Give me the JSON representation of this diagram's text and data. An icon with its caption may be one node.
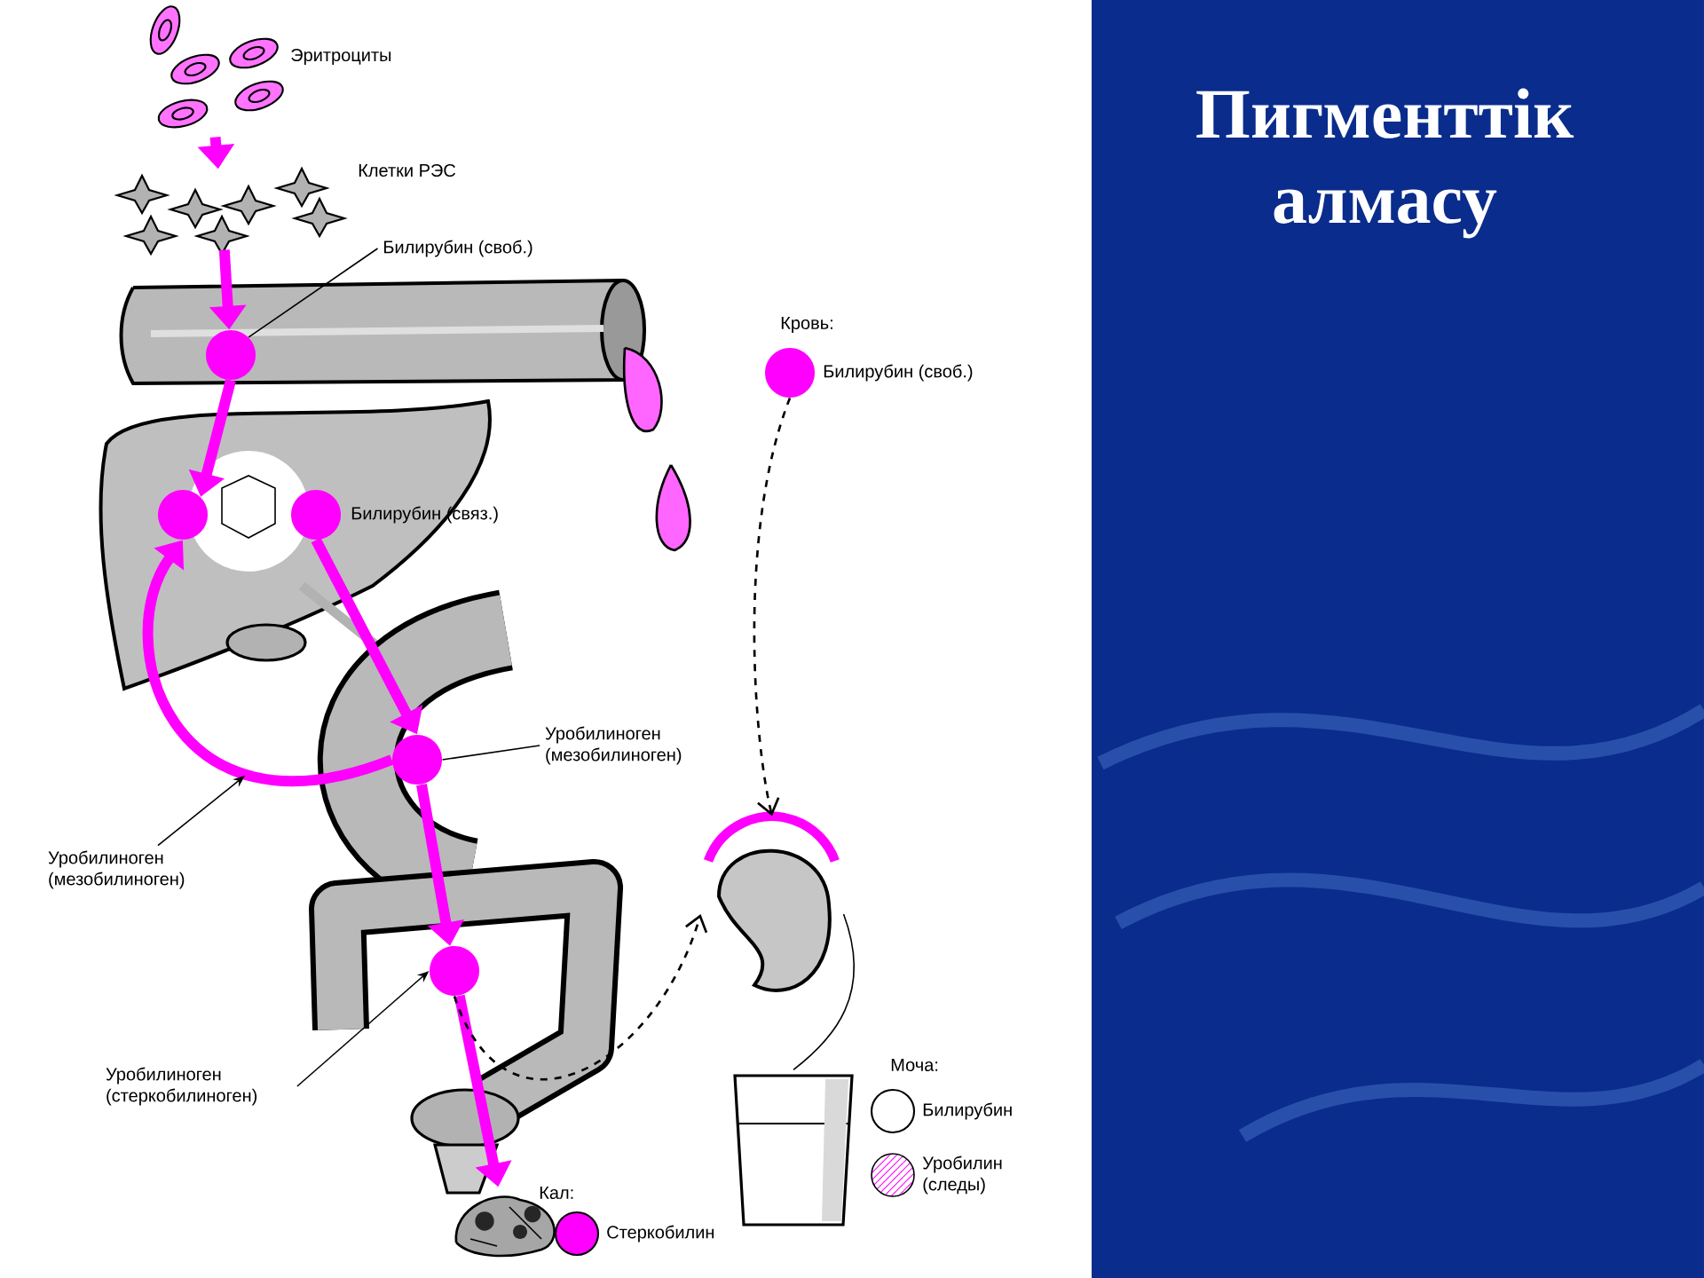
{
  "diagram": {
    "title": "Пигменттік алмасу",
    "nodes": [
      {
        "text": [],
        "shape": "picture",
        "beside": [
          "Эритроциты"
        ]
      },
      {
        "text": [],
        "shape": "picture",
        "beside": [
          "Клетки РЭС"
        ]
      },
      {
        "text": [
          "Билирубин (своб.)"
        ]
      },
      {
        "text": [],
        "shape": "circle"
      },
      {
        "text": [],
        "shape": "circle"
      },
      {
        "text": [],
        "shape": "circle",
        "beside": [
          "Билирубин (связ.)"
        ]
      },
      {
        "text": [],
        "shape": "circle"
      },
      {
        "text": [
          "Уробилиноген (мезобилиноген)"
        ]
      },
      {
        "text": [
          "Уробилиноген (мезобилиноген)"
        ]
      },
      {
        "text": [],
        "shape": "circle"
      },
      {
        "text": [
          "Уробилиноген (стеркобилиноген)"
        ]
      },
      {
        "text": [],
        "shape": "picture"
      },
      {
        "text": [],
        "shape": "circle",
        "beside": [
          "Билирубин (своб.)"
        ]
      },
      {
        "text": [],
        "shape": "picture"
      },
      {
        "text": [],
        "shape": "picture"
      }
    ],
    "edges": [
      {
        "from": 0,
        "to": 1,
        "arrow": "to",
        "style": "thick"
      },
      {
        "from": 1,
        "to": 3,
        "arrow": "to",
        "style": "thick"
      },
      {
        "from": 2,
        "to": 3,
        "arrow": "none",
        "color": "#000000"
      },
      {
        "from": 3,
        "to": 4,
        "arrow": "to",
        "style": "thick"
      },
      {
        "from": 6,
        "to": 4,
        "arrow": "to",
        "style": "thick"
      },
      {
        "from": 5,
        "to": 6,
        "arrow": "to",
        "style": "thick"
      },
      {
        "from": 6,
        "to": 9,
        "arrow": "to",
        "style": "thick"
      },
      {
        "from": 7,
        "to": 6,
        "arrow": "none",
        "color": "#000000"
      },
      {
        "from": 8,
        "to": null,
        "arrow": "to",
        "color": "#000000"
      },
      {
        "from": 10,
        "to": 9,
        "arrow": "to",
        "color": "#000000"
      },
      {
        "from": 9,
        "to": 11,
        "arrow": "to",
        "style": "thick"
      },
      {
        "from": 12,
        "to": 13,
        "arrow": "to",
        "style": "dashed",
        "color": "#000000"
      },
      {
        "from": 9,
        "to": 13,
        "arrow": "to",
        "style": "dashed",
        "color": "#000000"
      },
      {
        "from": 13,
        "to": 14,
        "arrow": "none",
        "color": "#000000"
      }
    ],
    "labels": [
      "Кровь:",
      "Моча:",
      "Кал:"
    ],
    "legend": [
      {
        "text": "Билирубин"
      },
      {
        "text": "Уробилин (следы)"
      },
      {
        "text": "Стеркобилин",
        "color": "#ff00ff"
      }
    ]
  }
}
